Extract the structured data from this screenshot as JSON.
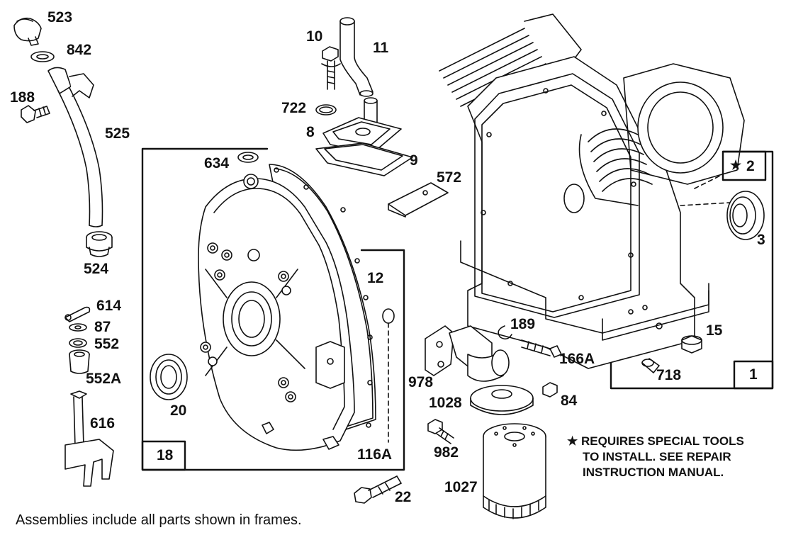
{
  "labels": {
    "p523": "523",
    "p842": "842",
    "p188": "188",
    "p525": "525",
    "p524": "524",
    "p614": "614",
    "p87": "87",
    "p552": "552",
    "p552A": "552A",
    "p616": "616",
    "p10": "10",
    "p11": "11",
    "p722": "722",
    "p8": "8",
    "p9": "9",
    "p634": "634",
    "p572": "572",
    "p12": "12",
    "p20": "20",
    "p18": "18",
    "p116A": "116A",
    "p22": "22",
    "p189": "189",
    "p978": "978",
    "p1028": "1028",
    "p166A": "166A",
    "p84": "84",
    "p982": "982",
    "p1027": "1027",
    "p2": "2",
    "p3": "3",
    "p15": "15",
    "p718": "718",
    "p1": "1"
  },
  "note": {
    "star": "★",
    "line1": "REQUIRES SPECIAL TOOLS",
    "line2": "TO INSTALL.  SEE REPAIR",
    "line3": "INSTRUCTION MANUAL."
  },
  "footer": "Assemblies include all parts shown in frames.",
  "star_box": {
    "star": "★"
  }
}
